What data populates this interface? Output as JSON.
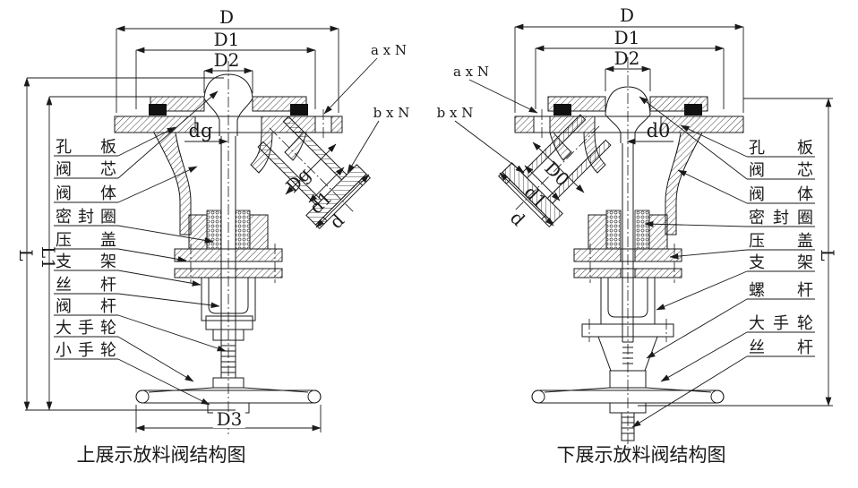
{
  "background": "#ffffff",
  "line_color": "#1a1a1a",
  "left_diagram": {
    "caption": "上展示放料阀结构图",
    "parts": [
      "孔　板",
      "阀　芯",
      "阀　体",
      "密封圈",
      "压　盖",
      "支　架",
      "丝　杆",
      "阀　杆",
      "大手轮",
      "小手轮"
    ],
    "dims": {
      "D": "D",
      "D1": "D1",
      "D2": "D2",
      "dg": "dg",
      "branch_outer": "Dg",
      "branch_mid": "d1",
      "branch_inner": "d",
      "D3": "D3",
      "L": "L",
      "L1": "L1",
      "bolt_top": "a x N",
      "bolt_branch": "b x N"
    }
  },
  "right_diagram": {
    "caption": "下展示放料阀结构图",
    "parts": [
      "孔　板",
      "阀　芯",
      "阀　体",
      "密封圈",
      "压　盖",
      "支　架",
      "螺　杆",
      "大手轮",
      "丝　杆"
    ],
    "dims": {
      "D": "D",
      "D1": "D1",
      "D2": "D2",
      "d0": "d0",
      "branch_outer": "D0",
      "branch_mid": "d1",
      "branch_inner": "d",
      "L": "L",
      "bolt_top": "a x N",
      "bolt_branch": "b x N"
    }
  }
}
